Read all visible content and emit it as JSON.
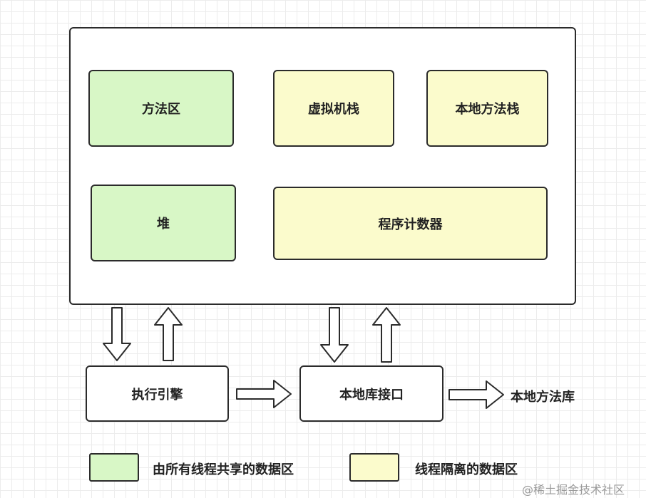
{
  "jvm": {
    "method_area": "方法区",
    "vm_stack": "虚拟机栈",
    "native_method_stack": "本地方法栈",
    "heap": "堆",
    "program_counter": "程序计数器"
  },
  "execution_engine": "执行引擎",
  "native_interface": "本地库接口",
  "native_library": "本地方法库",
  "legend": {
    "shared": "由所有线程共享的数据区",
    "isolated": "线程隔离的数据区"
  },
  "watermark": "@稀土掘金技术社区",
  "colors": {
    "shared_fill": "#d8f7c6",
    "isolated_fill": "#fbfbcc",
    "stroke": "#2b2b2b"
  }
}
